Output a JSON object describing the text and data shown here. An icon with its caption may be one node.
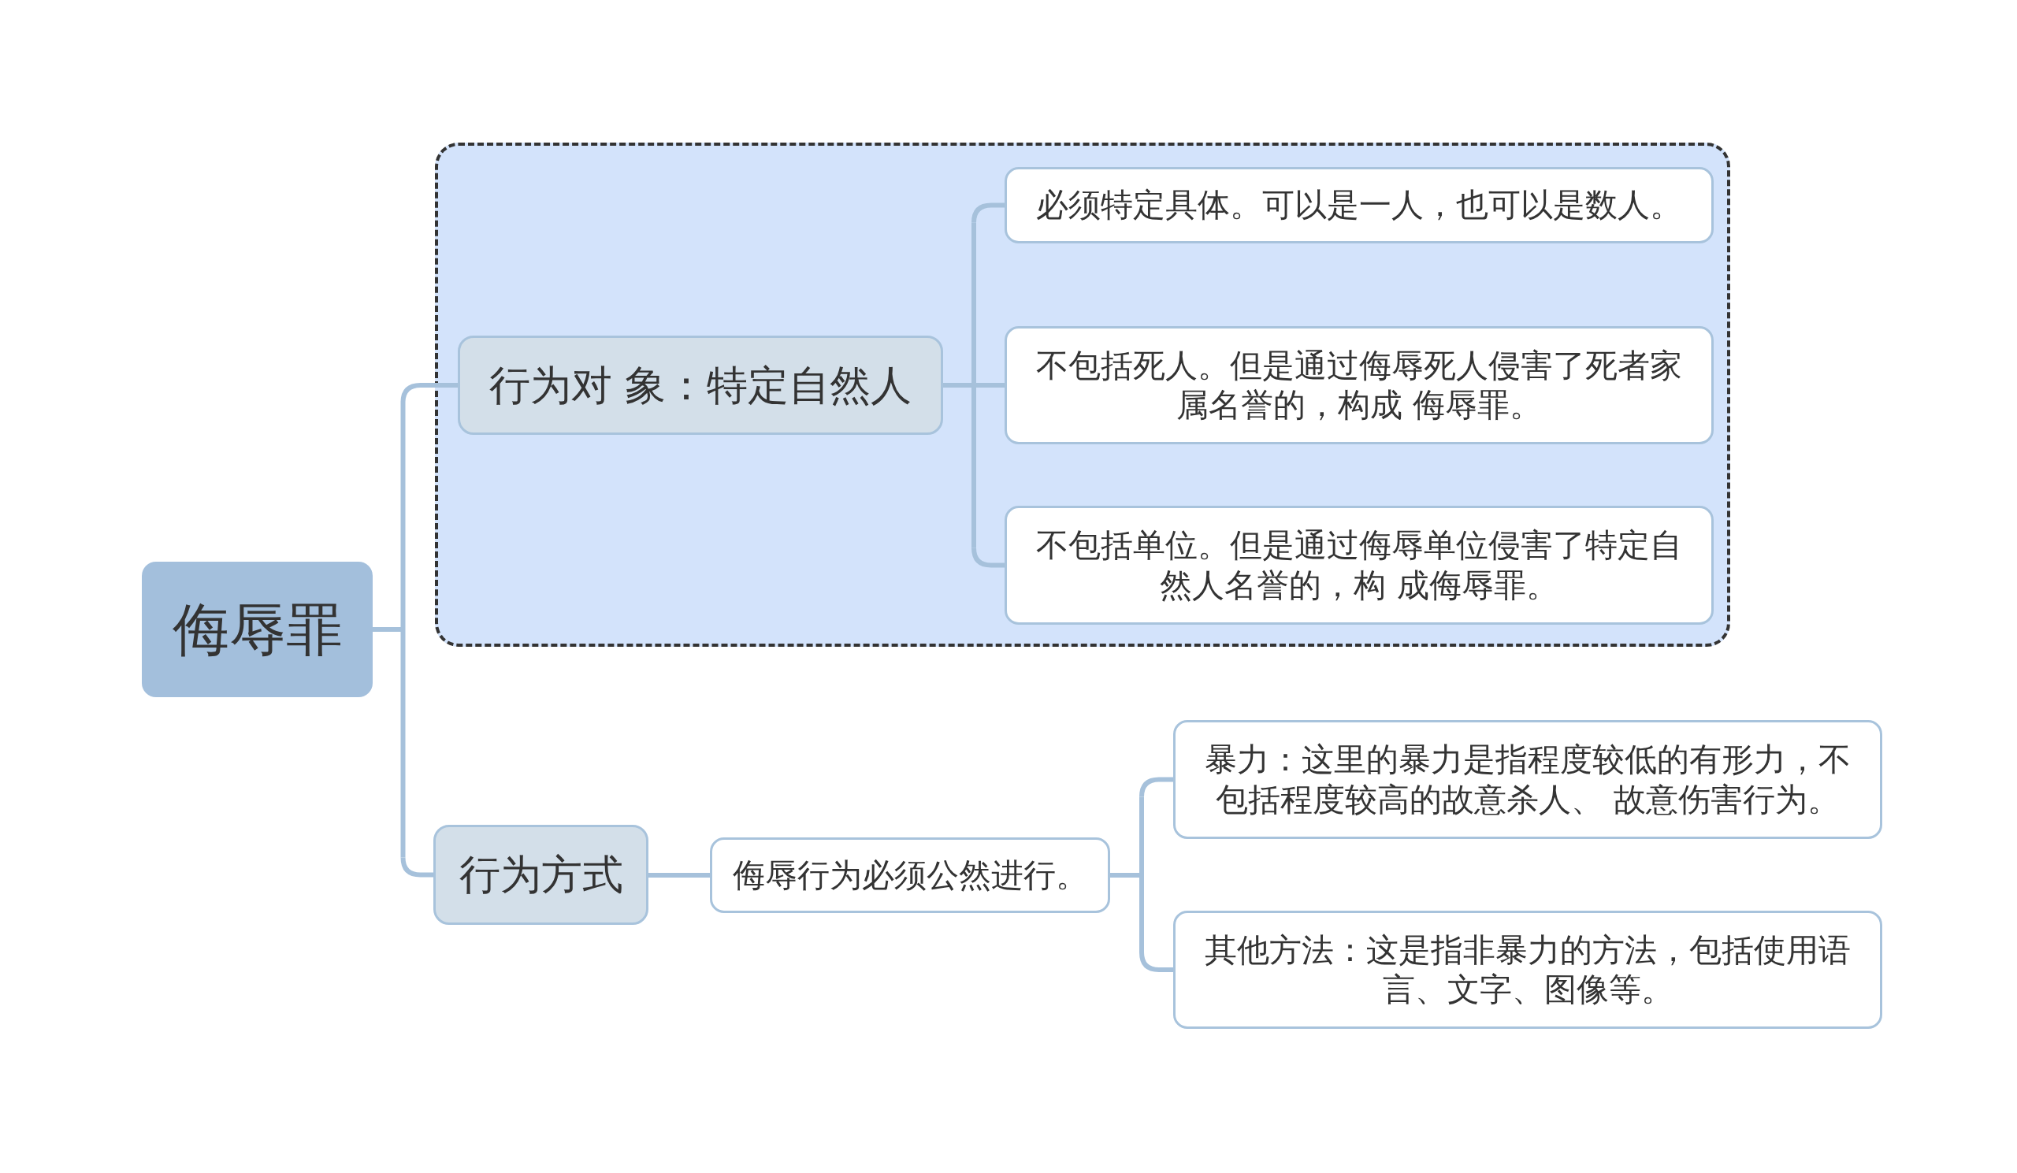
{
  "diagram": {
    "nodes": [
      {
        "text": [
          "侮辱罪"
        ]
      },
      {
        "text": [],
        "shape": "box"
      },
      {
        "text": [
          "行为对 象：特定自然人"
        ],
        "in": 1
      },
      {
        "text": [
          "必须特定具体。可以是一人，也可以是数人。"
        ],
        "in": 1
      },
      {
        "text": [
          "不包括死人。但是通过侮辱死人侵害了死者家属名誉的，构成 侮辱罪。"
        ],
        "in": 1
      },
      {
        "text": [
          "不包括单位。但是通过侮辱单位侵害了特定自然人名誉的，构 成侮辱罪。"
        ],
        "in": 1
      },
      {
        "text": [
          "行为方式"
        ]
      },
      {
        "text": [
          "侮辱行为必须公然进行。"
        ]
      },
      {
        "text": [
          "暴力：这里的暴力是指程度较低的有形力，不包括程度较高的故意杀人、 故意伤害行为。"
        ]
      },
      {
        "text": [
          "其他方法：这是指非暴力的方法，包括使用语言、文字、图像等。"
        ]
      }
    ],
    "edges": [
      {
        "from": 0,
        "to": 2,
        "arrow": "none"
      },
      {
        "from": 0,
        "to": 6,
        "arrow": "none"
      },
      {
        "from": 2,
        "to": 3,
        "arrow": "none"
      },
      {
        "from": 2,
        "to": 4,
        "arrow": "none"
      },
      {
        "from": 2,
        "to": 5,
        "arrow": "none"
      },
      {
        "from": 6,
        "to": 7,
        "arrow": "none"
      },
      {
        "from": 7,
        "to": 8,
        "arrow": "none"
      },
      {
        "from": 7,
        "to": 9,
        "arrow": "none"
      }
    ]
  }
}
